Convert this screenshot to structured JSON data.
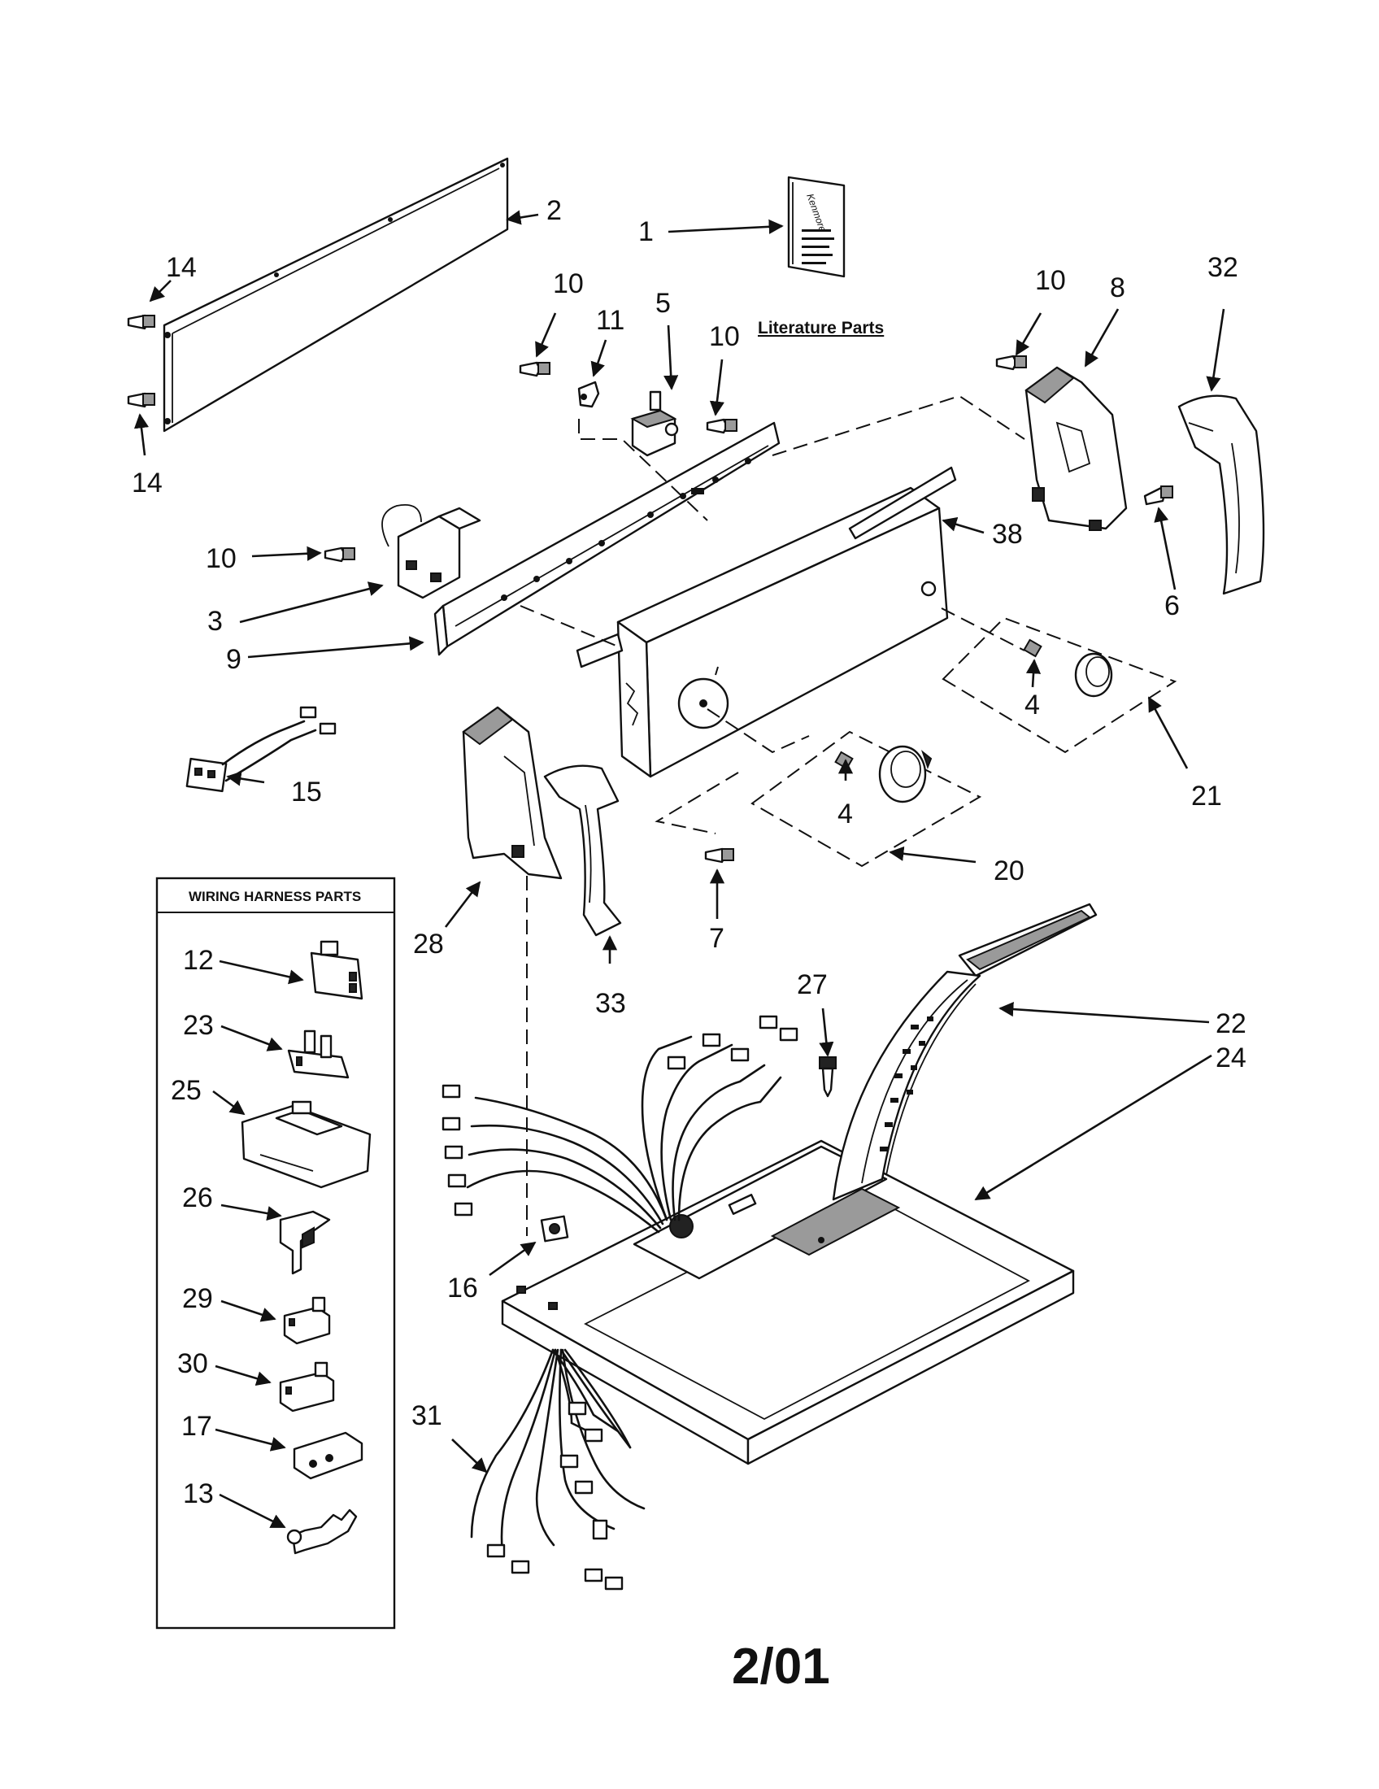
{
  "literature_label": "Literature Parts",
  "wiring_box_title": "WIRING HARNESS PARTS",
  "revision_date": "2/01",
  "booklet_text": "Kenmore",
  "callouts": {
    "c1": "1",
    "c2": "2",
    "c3": "3",
    "c4a": "4",
    "c4b": "4",
    "c5": "5",
    "c6": "6",
    "c7": "7",
    "c8": "8",
    "c9": "9",
    "c10a": "10",
    "c10b": "10",
    "c10c": "10",
    "c10d": "10",
    "c11": "11",
    "c12": "12",
    "c13": "13",
    "c14a": "14",
    "c14b": "14",
    "c15": "15",
    "c16": "16",
    "c17": "17",
    "c20": "20",
    "c21": "21",
    "c22": "22",
    "c23": "23",
    "c24": "24",
    "c25": "25",
    "c26": "26",
    "c27": "27",
    "c28": "28",
    "c29": "29",
    "c30": "30",
    "c31": "31",
    "c32": "32",
    "c33": "33",
    "c38": "38"
  }
}
